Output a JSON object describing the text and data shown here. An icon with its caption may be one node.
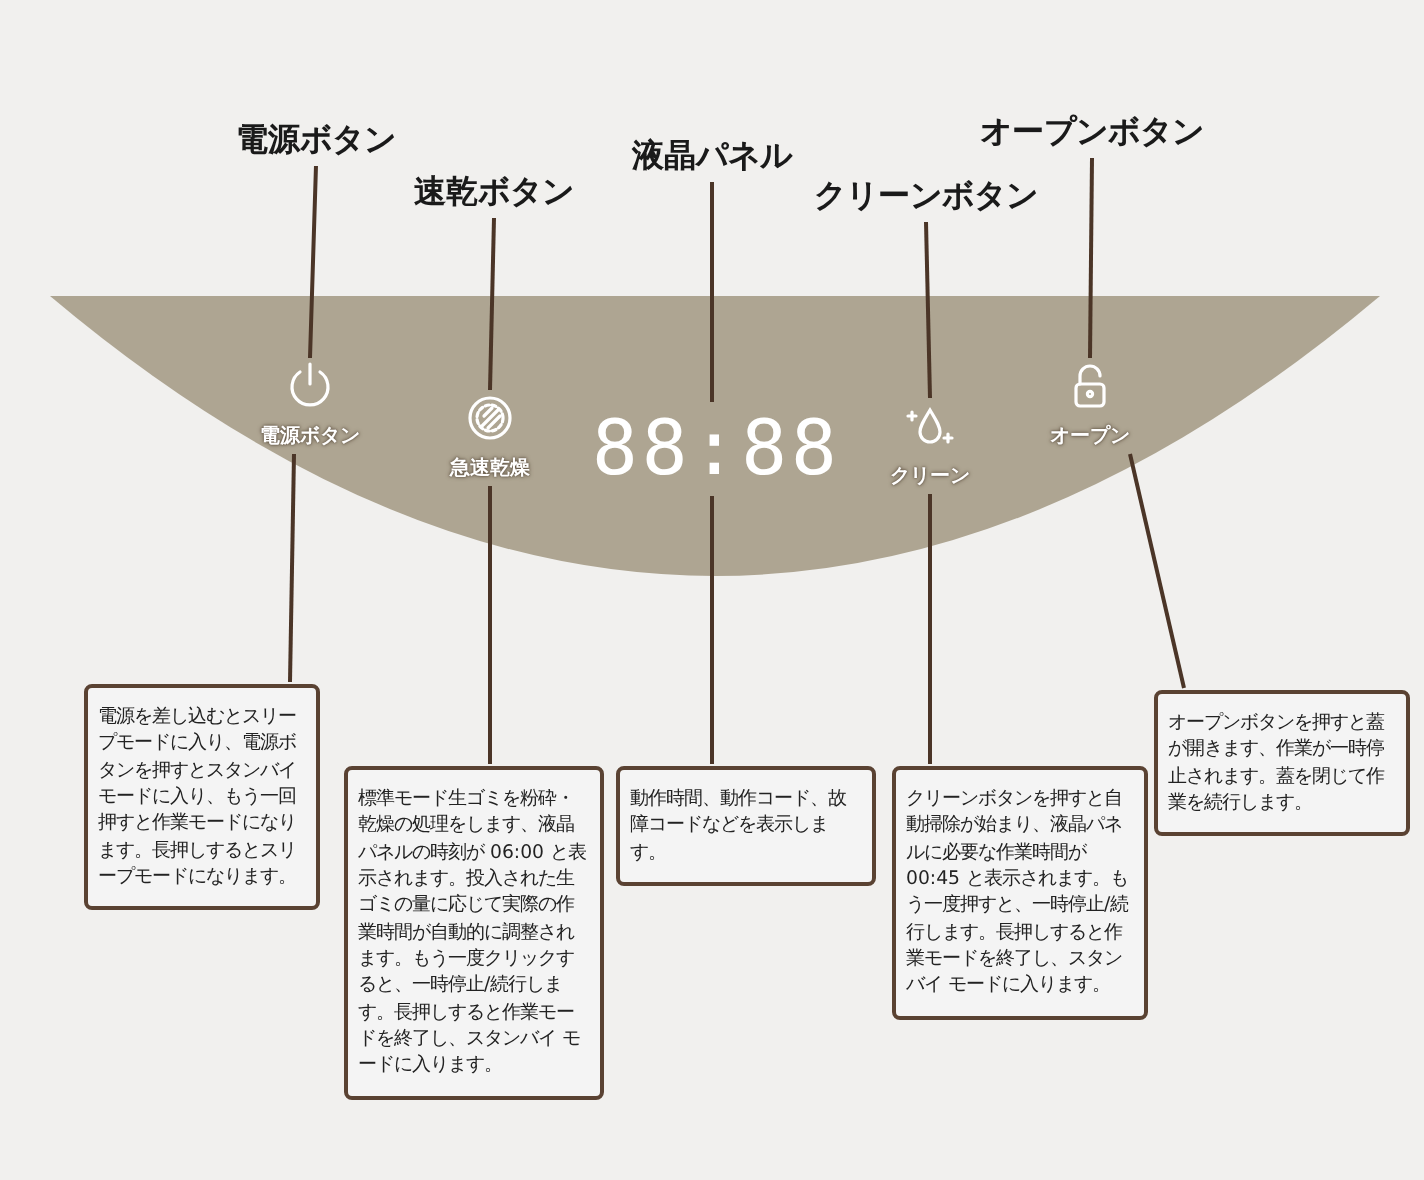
{
  "diagram": {
    "nodes": [
      {
        "text": [
          "電源ボタン"
        ]
      },
      {
        "text": [
          "速乾ボタン"
        ]
      },
      {
        "text": [
          "液晶パネル"
        ]
      },
      {
        "text": [
          "クリーンボタン"
        ]
      },
      {
        "text": [
          "オープンボタン"
        ]
      },
      {
        "text": [],
        "shape": "band"
      },
      {
        "text": [
          "電源ボタン"
        ],
        "in": 5
      },
      {
        "text": [
          "急速乾燥"
        ],
        "in": 5
      },
      {
        "text": [
          "88:88"
        ],
        "in": 5
      },
      {
        "text": [
          "クリーン"
        ],
        "in": 5
      },
      {
        "text": [
          "オープン"
        ],
        "in": 5
      },
      {
        "text": [
          "電源を差し込むとスリープモードに入り、電源ボタンを押すとスタンバイモードに入り、もう一回押すと作業モードになります。長押しするとスリープモードになります。"
        ]
      },
      {
        "text": [
          "標準モード生ゴミを粉砕・乾燥の処理をします、液晶パネルの時刻が 06:00 と表示されます。投入された生ゴミの量に応じて実際の作業時間が自動的に調整されます。もう一度クリックすると、一時停止/続行します。長押しすると作業モードを終了し、スタンバイ モードに入ります。"
        ]
      },
      {
        "text": [
          "動作時間、動作コード、故障コードなどを表示します。"
        ]
      },
      {
        "text": [
          "クリーンボタンを押すと自動掃除が始まり、液晶パネルに必要な作業時間が 00:45 と表示されます。もう一度押すと、一時停止/続行します。長押しすると作業モードを終了し、スタンバイ モードに入ります。"
        ]
      },
      {
        "text": [
          "オープンボタンを押すと蓋が開きます、作業が一時停止されます。蓋を閉じて作業を続行します。"
        ]
      }
    ],
    "edges": [
      {
        "from": 0,
        "to": 6,
        "arrow": "none"
      },
      {
        "from": 1,
        "to": 7,
        "arrow": "none"
      },
      {
        "from": 2,
        "to": 8,
        "arrow": "none"
      },
      {
        "from": 3,
        "to": 9,
        "arrow": "none"
      },
      {
        "from": 4,
        "to": 10,
        "arrow": "none"
      },
      {
        "from": 6,
        "to": 11,
        "arrow": "none"
      },
      {
        "from": 7,
        "to": 12,
        "arrow": "none"
      },
      {
        "from": 8,
        "to": 13,
        "arrow": "none"
      },
      {
        "from": 9,
        "to": 14,
        "arrow": "none"
      },
      {
        "from": 10,
        "to": 15,
        "arrow": "none"
      }
    ]
  }
}
